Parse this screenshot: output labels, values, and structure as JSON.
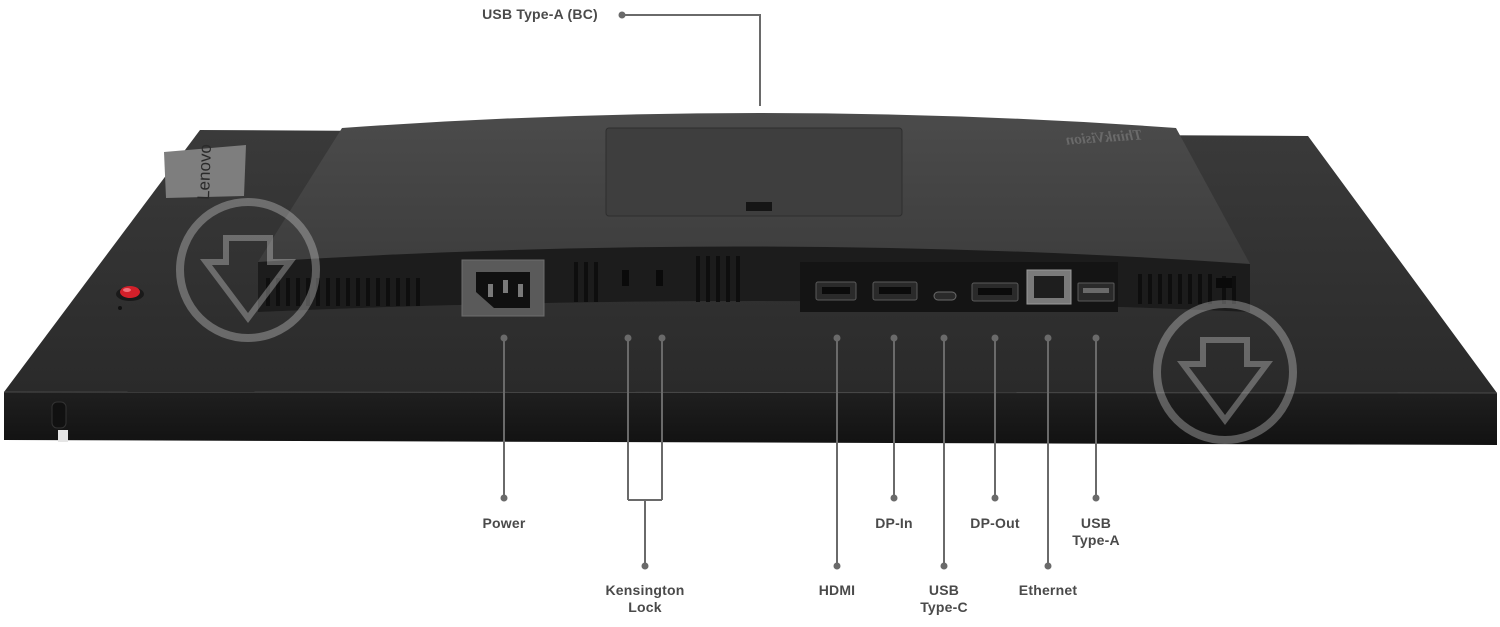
{
  "brand": {
    "logo_text": "Lenovo",
    "model_text": "ThinkVision"
  },
  "callouts": {
    "usb_a_bc": {
      "label": "USB Type-A (BC)"
    },
    "power": {
      "label": "Power"
    },
    "kensington": {
      "line1": "Kensington",
      "line2": "Lock"
    },
    "hdmi": {
      "label": "HDMI"
    },
    "dp_in": {
      "label": "DP-In"
    },
    "usb_c": {
      "line1": "USB",
      "line2": "Type-C"
    },
    "dp_out": {
      "label": "DP-Out"
    },
    "ethernet": {
      "label": "Ethernet"
    },
    "usb_a": {
      "line1": "USB",
      "line2": "Type-A"
    }
  },
  "colors": {
    "callout_line": "#6a6a6a",
    "label_text": "#4a4a4a",
    "monitor_body": "#2c2c2c",
    "joystick": "#d4202a",
    "watermark": "#d9d9d9"
  }
}
